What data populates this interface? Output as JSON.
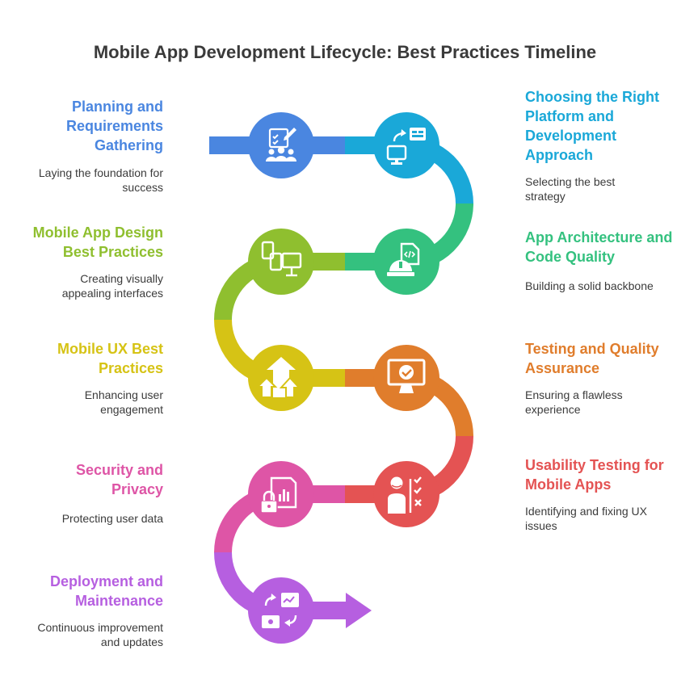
{
  "title": "Mobile App Development Lifecycle: Best Practices Timeline",
  "steps": [
    {
      "title": "Planning and Requirements Gathering",
      "desc": "Laying the foundation for success",
      "color": "#4a86e0",
      "icon": "planning-team-icon"
    },
    {
      "title": "Choosing the Right Platform and Development Approach",
      "desc": "Selecting the best strategy",
      "color": "#1aa8d8",
      "icon": "platform-devices-icon"
    },
    {
      "title": "App Architecture and Code Quality",
      "desc": "Building a solid backbone",
      "color": "#34c17f",
      "icon": "code-construction-icon"
    },
    {
      "title": "Mobile App Design Best Practices",
      "desc": "Creating visually appealing interfaces",
      "color": "#8fbf2f",
      "icon": "design-devices-icon"
    },
    {
      "title": "Mobile UX Best Practices",
      "desc": "Enhancing user engagement",
      "color": "#d6c315",
      "icon": "growth-arrows-icon"
    },
    {
      "title": "Testing and Quality Assurance",
      "desc": "Ensuring a flawless experience",
      "color": "#e07d2c",
      "icon": "monitor-check-icon"
    },
    {
      "title": "Usability Testing for Mobile Apps",
      "desc": "Identifying and fixing UX issues",
      "color": "#e45353",
      "icon": "user-checklist-icon"
    },
    {
      "title": "Security and Privacy",
      "desc": "Protecting user data",
      "color": "#de55a6",
      "icon": "secure-report-icon"
    },
    {
      "title": "Deployment and Maintenance",
      "desc": "Continuous improvement and updates",
      "color": "#b65fe0",
      "icon": "deploy-cycle-icon"
    }
  ]
}
